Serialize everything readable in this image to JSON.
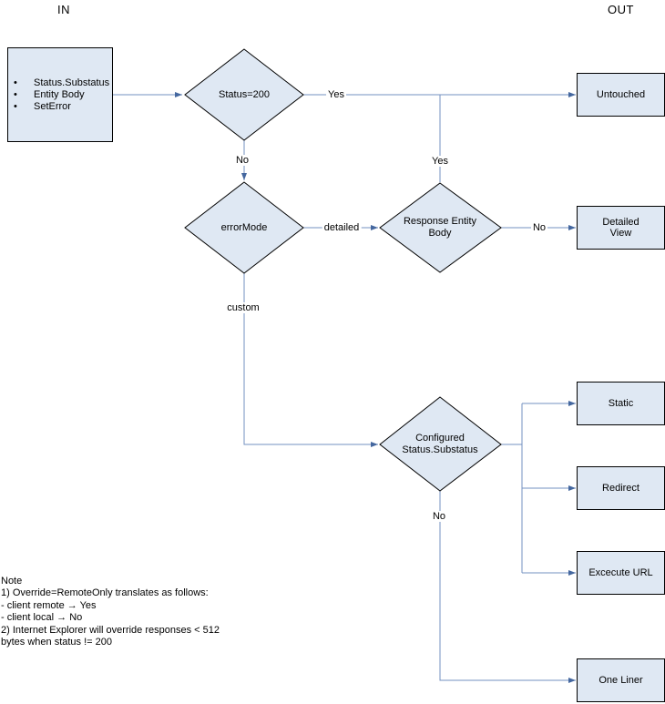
{
  "title_labels": {
    "in": "IN",
    "out": "OUT"
  },
  "colors": {
    "node_fill": "#dfe8f3",
    "node_border": "#000000",
    "connector": "#7390c0",
    "arrowhead": "#44679f",
    "text": "#000000",
    "background": "#ffffff"
  },
  "nodes": {
    "input_box": {
      "bullet": "•",
      "items": [
        "Status.Substatus",
        "Entity Body",
        "SetError"
      ]
    },
    "status_200": {
      "label": "Status=200"
    },
    "error_mode": {
      "label": "errorMode"
    },
    "response_entity_body": {
      "label": "Response Entity\nBody"
    },
    "configured_status": {
      "label": "Configured\nStatus.Substatus"
    },
    "untouched": {
      "label": "Untouched"
    },
    "detailed_view": {
      "label": "Detailed\nView"
    },
    "static": {
      "label": "Static"
    },
    "redirect": {
      "label": "Redirect"
    },
    "execute_url": {
      "label": "Excecute URL"
    },
    "one_liner": {
      "label": "One Liner"
    }
  },
  "edge_labels": {
    "status_yes": "Yes",
    "reb_yes": "Yes",
    "status_no": "No",
    "error_mode_detailed": "detailed",
    "reb_no": "No",
    "error_mode_custom": "custom",
    "configured_no": "No"
  },
  "note": {
    "lines": [
      "Note",
      "1) Override=RemoteOnly translates as follows:",
      "- client remote → Yes",
      "- client local → No",
      "2) Internet Explorer will override responses < 512",
      "bytes when status != 200"
    ]
  }
}
